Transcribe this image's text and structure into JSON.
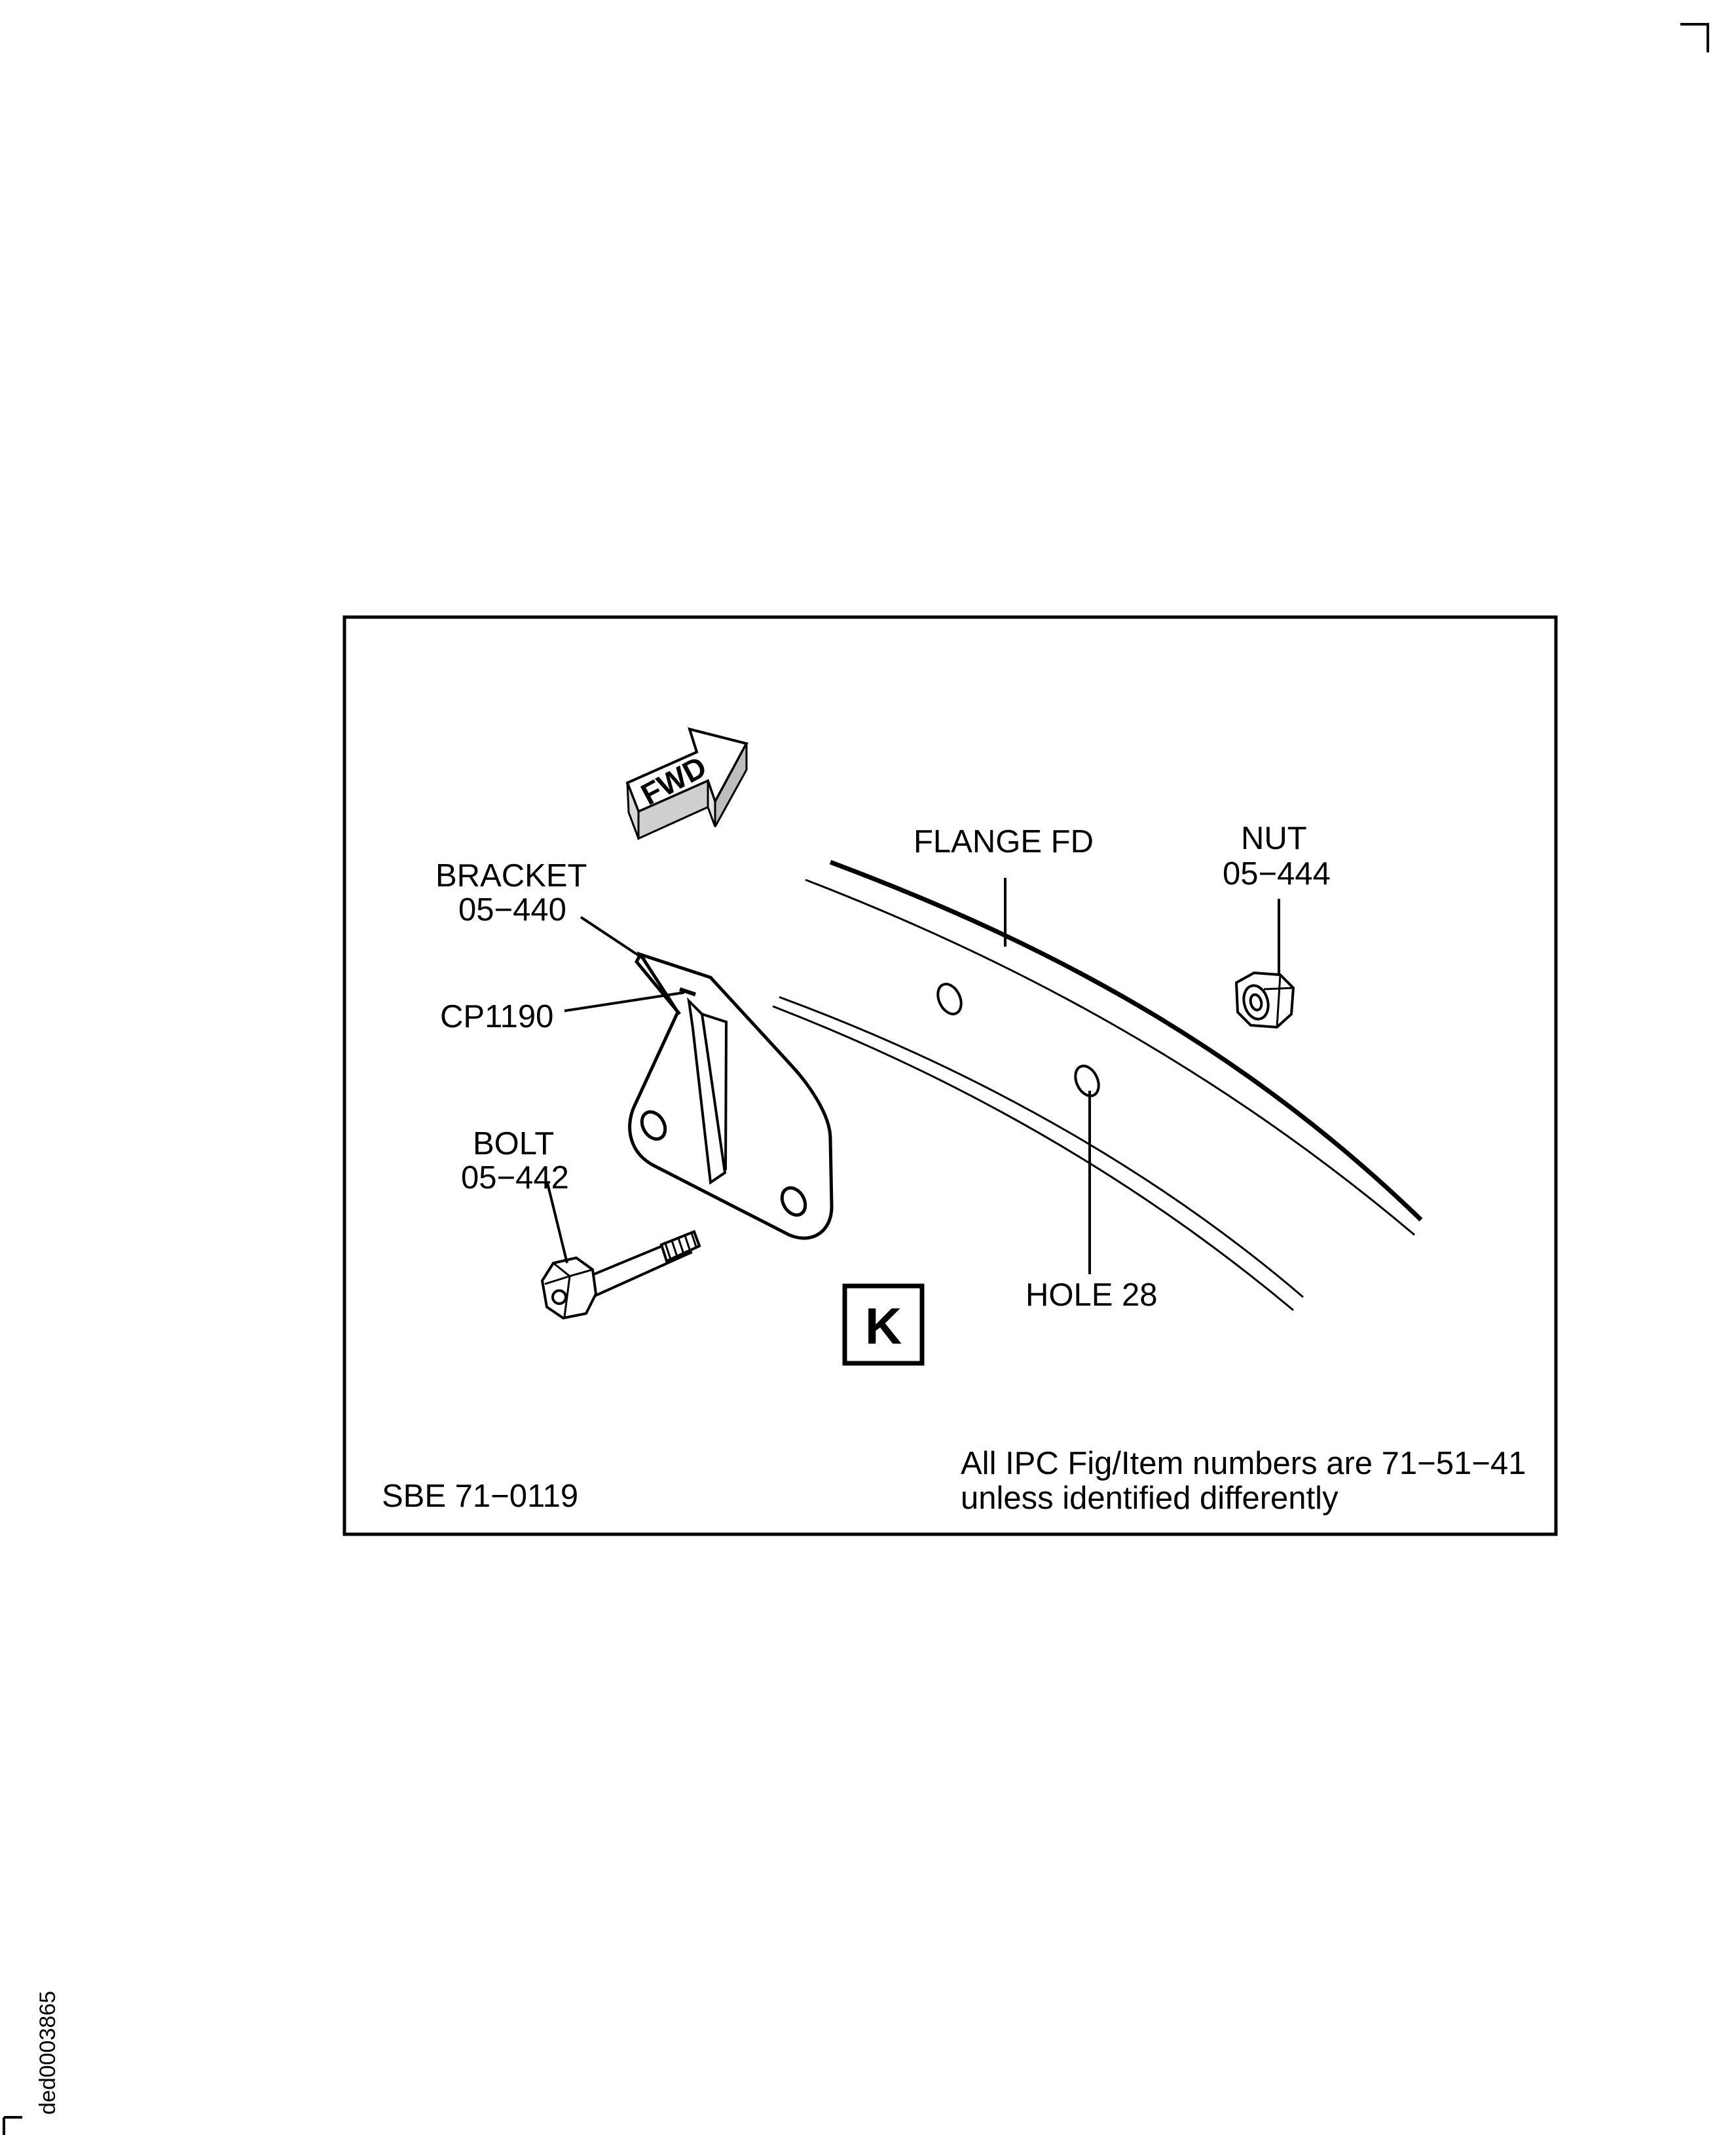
{
  "figure": {
    "direction_arrow": "FWD",
    "view_label": "K",
    "callouts": {
      "bracket_name": "BRACKET",
      "bracket_item": "05−440",
      "cp": "CP1190",
      "bolt_name": "BOLT",
      "bolt_item": "05−442",
      "flange": "FLANGE FD",
      "nut_name": "NUT",
      "nut_item": "05−444",
      "hole": "HOLE 28"
    },
    "reference": "SBE 71−0119",
    "note_line1": "All IPC Fig/Item numbers are 71−51−41",
    "note_line2": "unless identified differently"
  },
  "side_id": "ded0003865"
}
